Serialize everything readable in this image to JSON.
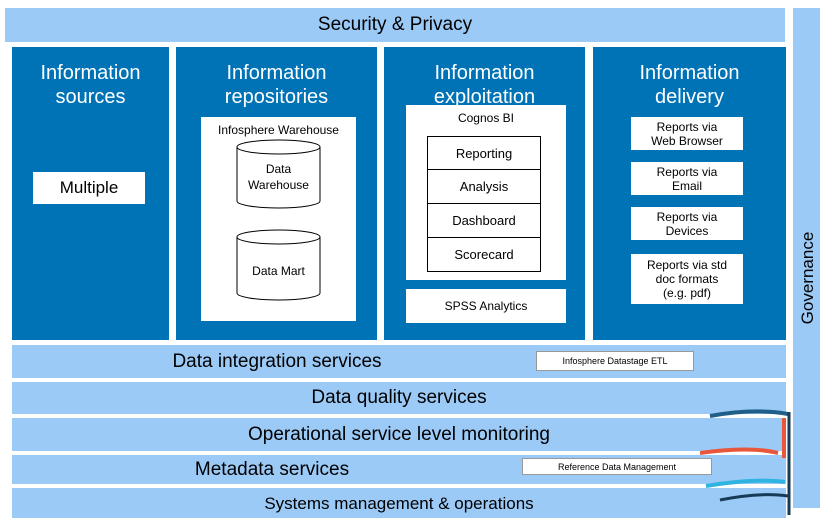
{
  "top_band": "Security & Privacy",
  "governance": "Governance",
  "columns": [
    {
      "title": "Information\nsources",
      "box": "Multiple"
    },
    {
      "title": "Information\nrepositories",
      "container": "Infosphere Warehouse",
      "cylinders": [
        "Data\nWarehouse",
        "Data Mart"
      ]
    },
    {
      "title": "Information\nexploitation",
      "container": "Cognos BI",
      "items": [
        "Reporting",
        "Analysis",
        "Dashboard",
        "Scorecard"
      ],
      "extra": "SPSS Analytics"
    },
    {
      "title": "Information\ndelivery",
      "items": [
        "Reports via\nWeb Browser",
        "Reports via\nEmail",
        "Reports via\nDevices",
        "Reports via std\ndoc formats\n(e.g. pdf)"
      ]
    }
  ],
  "bands": [
    {
      "label": "Data integration services",
      "tag": "Infosphere Datastage ETL"
    },
    {
      "label": "Data quality services"
    },
    {
      "label": "Operational service level monitoring"
    },
    {
      "label": "Metadata services",
      "tag": "Reference Data Management"
    },
    {
      "label": "Systems management & operations"
    }
  ]
}
